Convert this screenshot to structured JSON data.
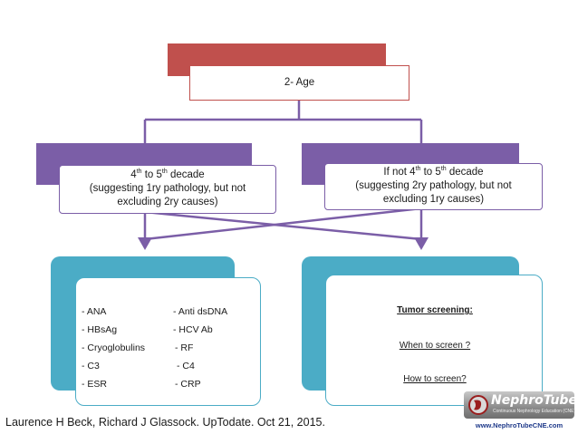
{
  "colors": {
    "red": "#c0504d",
    "purple": "#7b5ea7",
    "teal": "#4bacc6"
  },
  "age_box": {
    "text": "2- Age"
  },
  "left_box": {
    "line1_pre": "4",
    "line1_sup1": "th",
    "line1_mid": " to 5",
    "line1_sup2": "th",
    "line1_post": " decade",
    "line2": "(suggesting 1ry pathology, but not",
    "line3": "excluding 2ry causes)"
  },
  "right_box": {
    "line1_pre": "If not 4",
    "line1_sup1": "th",
    "line1_mid": " to 5",
    "line1_sup2": "th",
    "line1_post": " decade",
    "line2": "(suggesting 2ry pathology, but not",
    "line3": "excluding 1ry causes)"
  },
  "tests": {
    "rows": [
      {
        "left": "- ANA",
        "right": "- Anti dsDNA"
      },
      {
        "left": "- HBsAg",
        "right": "- HCV Ab"
      },
      {
        "left": "- Cryoglobulins",
        "right": "- RF"
      },
      {
        "left": "- C3",
        "right": "- C4"
      },
      {
        "left": "- ESR",
        "right": "- CRP"
      }
    ]
  },
  "tumor": {
    "title": "Tumor screening:",
    "when": "When to screen ?",
    "how": "How to screen?"
  },
  "logo": {
    "name": "NephroTube",
    "subtitle": "Continuous Nephrology Education (CNE)",
    "url": "www.NephroTubeCNE.com",
    "icon": "nephrotube-logo-icon"
  },
  "citation": "Laurence H Beck, Richard J Glassock. UpTodate. Oct 21, 2015."
}
